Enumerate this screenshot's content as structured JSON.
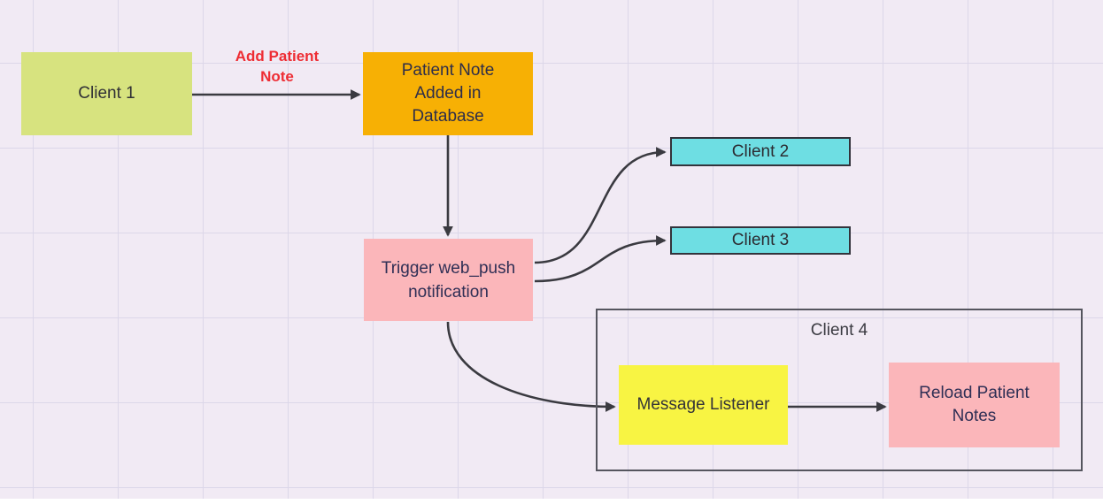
{
  "styles": {
    "canvas_bg": "#f1eaf4",
    "grid_line": "#dcd7e9",
    "edge_color": "#3a3a40",
    "edge_label_color": "#ee2d34"
  },
  "nodes": {
    "client1": {
      "label": "Client 1",
      "fill": "#d7e37f",
      "text_color": "#303036"
    },
    "patient_note_db": {
      "label": "Patient Note Added in Database",
      "fill": "#f7b004",
      "text_color": "#2e2e4a"
    },
    "trigger": {
      "label": "Trigger web_push notification",
      "fill": "#fbb6ba",
      "text_color": "#2f2f55"
    },
    "client2": {
      "label": "Client 2",
      "fill": "#6edee3",
      "text_color": "#2c2c32"
    },
    "client3": {
      "label": "Client 3",
      "fill": "#6edee3",
      "text_color": "#2c2c32"
    },
    "client4_group": {
      "label": "Client 4",
      "text_color": "#3b3b42"
    },
    "message_listener": {
      "label": "Message Listener",
      "fill": "#f8f443",
      "text_color": "#333338"
    },
    "reload_notes": {
      "label": "Reload Patient Notes",
      "fill": "#fbb6ba",
      "text_color": "#2f2f55"
    }
  },
  "edges": [
    {
      "from": "client1",
      "to": "patient_note_db",
      "label": "Add Patient Note"
    },
    {
      "from": "patient_note_db",
      "to": "trigger",
      "label": ""
    },
    {
      "from": "trigger",
      "to": "client2",
      "label": ""
    },
    {
      "from": "trigger",
      "to": "client3",
      "label": ""
    },
    {
      "from": "trigger",
      "to": "message_listener",
      "label": ""
    },
    {
      "from": "message_listener",
      "to": "reload_notes",
      "label": ""
    }
  ]
}
